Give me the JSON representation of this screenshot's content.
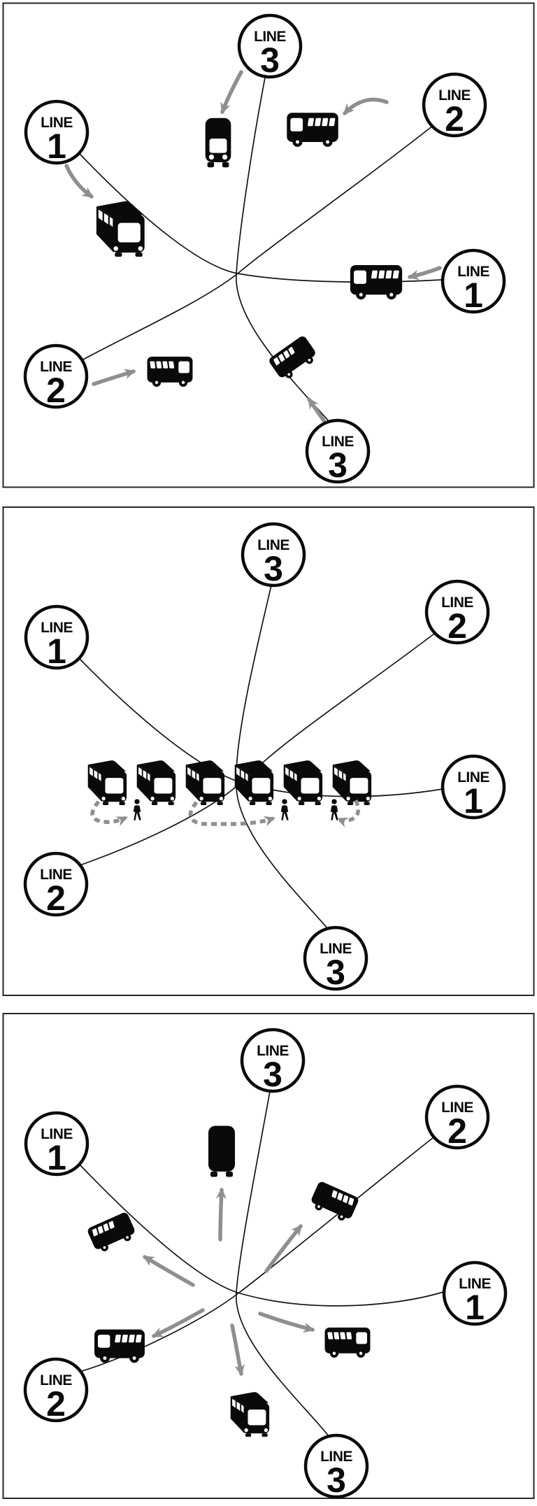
{
  "figure": {
    "description": "Three stacked panels showing three bus lines meeting at a central transfer hub: buses arriving, passengers transferring between queued buses, buses departing",
    "colors": {
      "ink": "#0a0a0a",
      "arrow_gray": "#8f8f8f",
      "panel_border": "#262626",
      "background": "#ffffff"
    },
    "panels": [
      {
        "id": "top",
        "scene": "six buses approach the central crossing of the three lines, gray arrows point inward",
        "bus_count": 6,
        "arrow_count": 6,
        "badges": [
          {
            "word": "LINE",
            "number": "3",
            "position": "top-center"
          },
          {
            "word": "LINE",
            "number": "2",
            "position": "upper-right"
          },
          {
            "word": "LINE",
            "number": "1",
            "position": "upper-left"
          },
          {
            "word": "LINE",
            "number": "1",
            "position": "middle-right"
          },
          {
            "word": "LINE",
            "number": "2",
            "position": "lower-left"
          },
          {
            "word": "LINE",
            "number": "3",
            "position": "bottom-center"
          }
        ]
      },
      {
        "id": "middle",
        "scene": "six buses queued in a row at the hub, three passengers walk between buses along dashed transfer paths",
        "bus_count": 6,
        "passenger_count": 3,
        "transfer_arrow_count": 3,
        "badges": [
          {
            "word": "LINE",
            "number": "3",
            "position": "top-center"
          },
          {
            "word": "LINE",
            "number": "2",
            "position": "upper-right"
          },
          {
            "word": "LINE",
            "number": "1",
            "position": "upper-left"
          },
          {
            "word": "LINE",
            "number": "1",
            "position": "middle-right"
          },
          {
            "word": "LINE",
            "number": "2",
            "position": "lower-left"
          },
          {
            "word": "LINE",
            "number": "3",
            "position": "bottom-center"
          }
        ]
      },
      {
        "id": "bottom",
        "scene": "six buses leave the central crossing outward along the three lines, gray arrows point outward",
        "bus_count": 6,
        "arrow_count": 6,
        "badges": [
          {
            "word": "LINE",
            "number": "3",
            "position": "top-center"
          },
          {
            "word": "LINE",
            "number": "2",
            "position": "upper-right"
          },
          {
            "word": "LINE",
            "number": "1",
            "position": "upper-left"
          },
          {
            "word": "LINE",
            "number": "1",
            "position": "middle-right"
          },
          {
            "word": "LINE",
            "number": "2",
            "position": "lower-left"
          },
          {
            "word": "LINE",
            "number": "3",
            "position": "bottom-center"
          }
        ]
      }
    ]
  }
}
